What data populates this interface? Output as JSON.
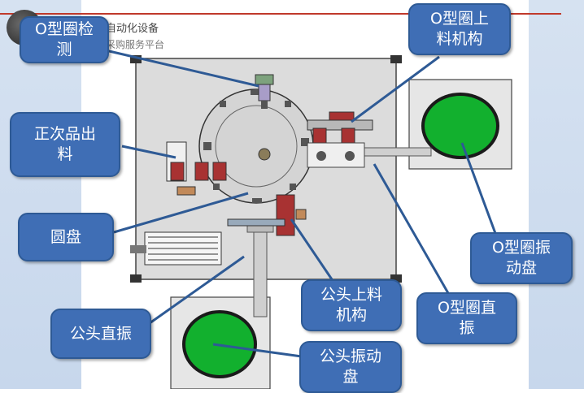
{
  "header": {
    "subtitle_line1": "自动化设备",
    "subtitle_line2": "采购服务平台"
  },
  "labels": {
    "o_ring_inspect": "O型圈检\n测",
    "o_ring_feed": "O型圈上\n料机构",
    "good_bad_out": "正次品出\n料",
    "disk": "圆盘",
    "o_ring_vib_disk": "O型圈振\n动盘",
    "male_feed": "公头上料\n机构",
    "o_ring_linear": "O型圈直\n振",
    "male_linear": "公头直振",
    "male_vib_disk": "公头振动\n盘"
  },
  "colors": {
    "callout_fill": "#3f6eb5",
    "callout_border": "#2e5a95",
    "bowl_green": "#12b02e",
    "frame_gray": "#dcdcdc",
    "accent_red": "#a83232"
  }
}
